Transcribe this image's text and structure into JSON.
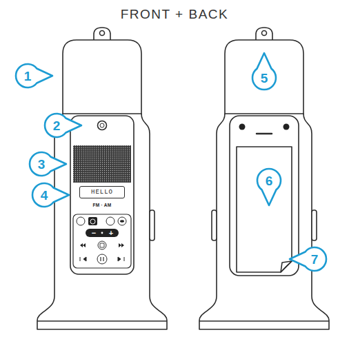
{
  "diagram": {
    "title": "FRONT + BACK",
    "nodes": [
      {
        "text": [
          "1"
        ]
      },
      {
        "text": [
          "5"
        ]
      },
      {
        "text": [
          "2"
        ]
      },
      {
        "text": [
          "3"
        ]
      },
      {
        "text": [
          "HELLO"
        ]
      },
      {
        "text": [
          "4"
        ]
      },
      {
        "text": [
          "6"
        ]
      },
      {
        "text": [
          "7"
        ]
      }
    ],
    "labels": [
      "FM · AM",
      "−",
      "+"
    ]
  }
}
